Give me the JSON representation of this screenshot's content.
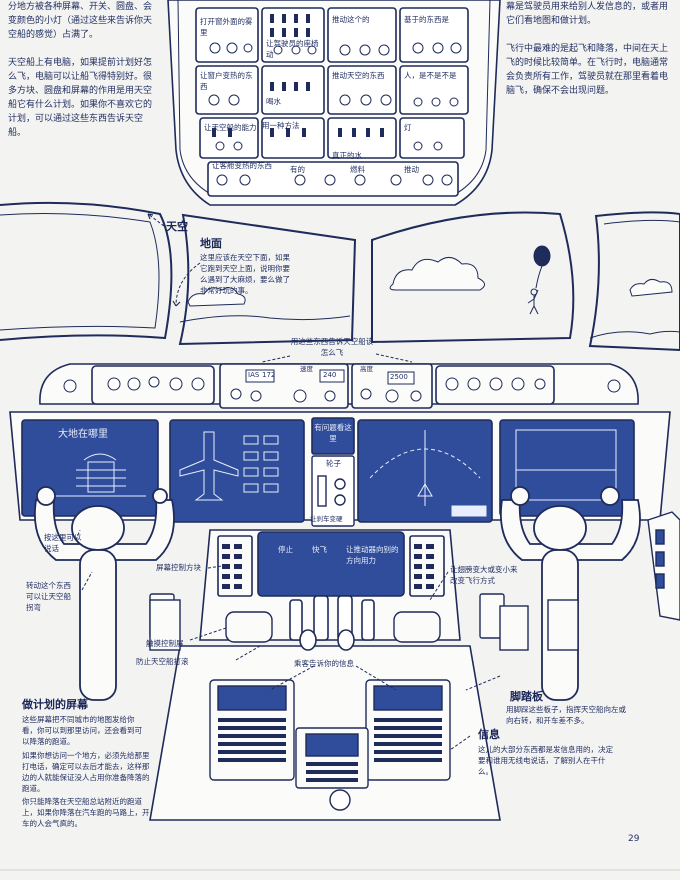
{
  "page_number": "29",
  "top_left_text": {
    "para1": "分地方被各种屏幕、开关、圆盘、会变颜色的小灯（通过这些来告诉你天空船的感觉）占满了。",
    "para2": "天空船上有电脑，如果提前计划好怎么飞，电脑可以让船飞得特别好。很多方块、圆盘和屏幕的作用是用天空船它有什么计划。如果你不喜欢它的计划，可以通过这些东西告诉天空船。"
  },
  "top_right_text": {
    "para1": "幕是驾驶员用来给别人发信息的，或者用它们看地图和做计划。",
    "para2": "飞行中最难的是起飞和降落，中间在天上飞的时候比较简单。在飞行时，电脑通常会负责所有工作，驾驶员就在那里看着电脑飞，确保不会出现问题。"
  },
  "sky_label": "天空",
  "ground": {
    "heading": "地面",
    "body": "这里应该在天空下面，如果它跑到天空上面，说明你要么遇到了大麻烦，要么做了非常好玩的事。"
  },
  "overhead_labels": {
    "l1": "打开窗外面的雾里",
    "l2": "让窗户变热的东西",
    "l3": "让驾驶员的座椅动",
    "l4": "推动这个的",
    "l5": "推动天空的东西",
    "l6": "喝水",
    "l7": "真正的水",
    "l8": "灯",
    "l9": "让客舱变热的东西",
    "l10": "用一种方法",
    "l11": "让天空船的能力",
    "l12": "燃料",
    "l13": "基于的东西是",
    "l14": "人，是不是不是",
    "l15": "推动",
    "l16": "有的"
  },
  "glareshield_note": "用这些东西告诉天空船该怎么飞",
  "glareshield_small": {
    "left": "IAS",
    "left_val": "172",
    "mid_label": "速度",
    "mid_val": "240",
    "right_label": "高度",
    "right_val": "2500"
  },
  "screens": {
    "left_title": "大地在哪里",
    "center_top": "有问题看这里",
    "wheel_label": "轮子",
    "center_bottom": "让刹车变硬"
  },
  "annotations": {
    "yoke_left": "按这里可以说话",
    "turn_knob": "转动这个东西可以让天空船拐弯",
    "screen_control": "屏幕控制方块",
    "touchpad": "触摸控制屏",
    "anti_roll": "防止天空船打滚",
    "stop": "停止",
    "fast": "快飞",
    "throttle_hint": "让推动器向别的方向用力",
    "flaps": "让翅膀变大或变小来改变飞行方式",
    "passengers": "乘客告诉你的信息"
  },
  "bottom_left": {
    "heading": "做计划的屏幕",
    "p1": "这些屏幕把不同城市的地图发给你看，你可以到那里访问，还会看到可以降落的跑道。",
    "p2": "如果你想访问一个地方，必须先给那里打电话，确定可以去后才能去，这样那边的人就能保证没人占用你准备降落的跑道。",
    "p3": "你只能降落在天空船总站附近的跑道上，如果你降落在汽车跑的马路上，开车的人会气疯的。"
  },
  "bottom_right": {
    "pedals_heading": "脚踏板",
    "pedals_body": "用脚踩这些板子，指挥天空船向左或向右转，和开车差不多。",
    "info_heading": "信息",
    "info_body": "这儿的大部分东西都是发信息用的，决定要和谁用无线电说话，了解别人在干什么。"
  },
  "colors": {
    "ink": "#1f2b5a",
    "screen": "#2f4d9a",
    "screen_light": "#3e5db0",
    "paper": "#f3f3f1",
    "panel": "#fbfbfa"
  }
}
